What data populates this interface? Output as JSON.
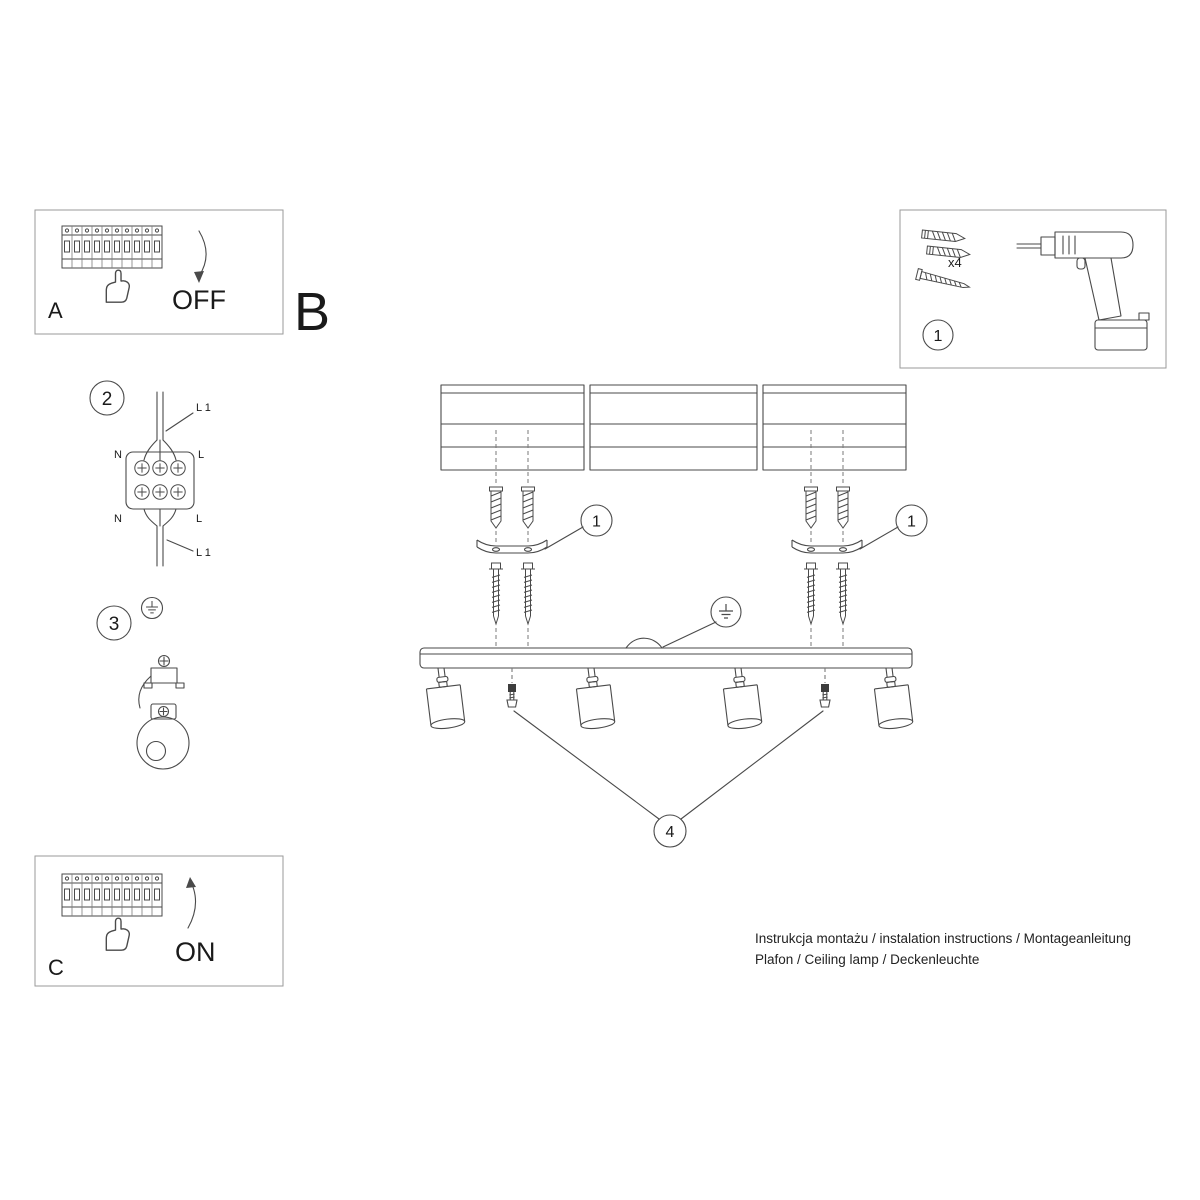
{
  "document": {
    "footer_line1": "Instrukcja montażu / instalation instructions / Montageanleitung",
    "footer_line2": "Plafon / Ceiling lamp / Deckenleuchte"
  },
  "sections": {
    "a": {
      "label": "A",
      "action": "OFF"
    },
    "b": {
      "label": "B"
    },
    "c": {
      "label": "C",
      "action": "ON"
    }
  },
  "kit": {
    "callout": "1",
    "quantity": "x4"
  },
  "steps": {
    "two": "2",
    "three": "3"
  },
  "callouts": {
    "one": "1",
    "four": "4"
  },
  "wiring": {
    "top_cable": "L 1",
    "bottom_cable": "L 1",
    "neutral_top": "N",
    "live_top": "L",
    "neutral_bottom": "N",
    "live_bottom": "L"
  },
  "colors": {
    "line": "#4a4a4a",
    "box_border": "#9a9a9a",
    "text": "#1a1a1a",
    "background": "#ffffff"
  }
}
